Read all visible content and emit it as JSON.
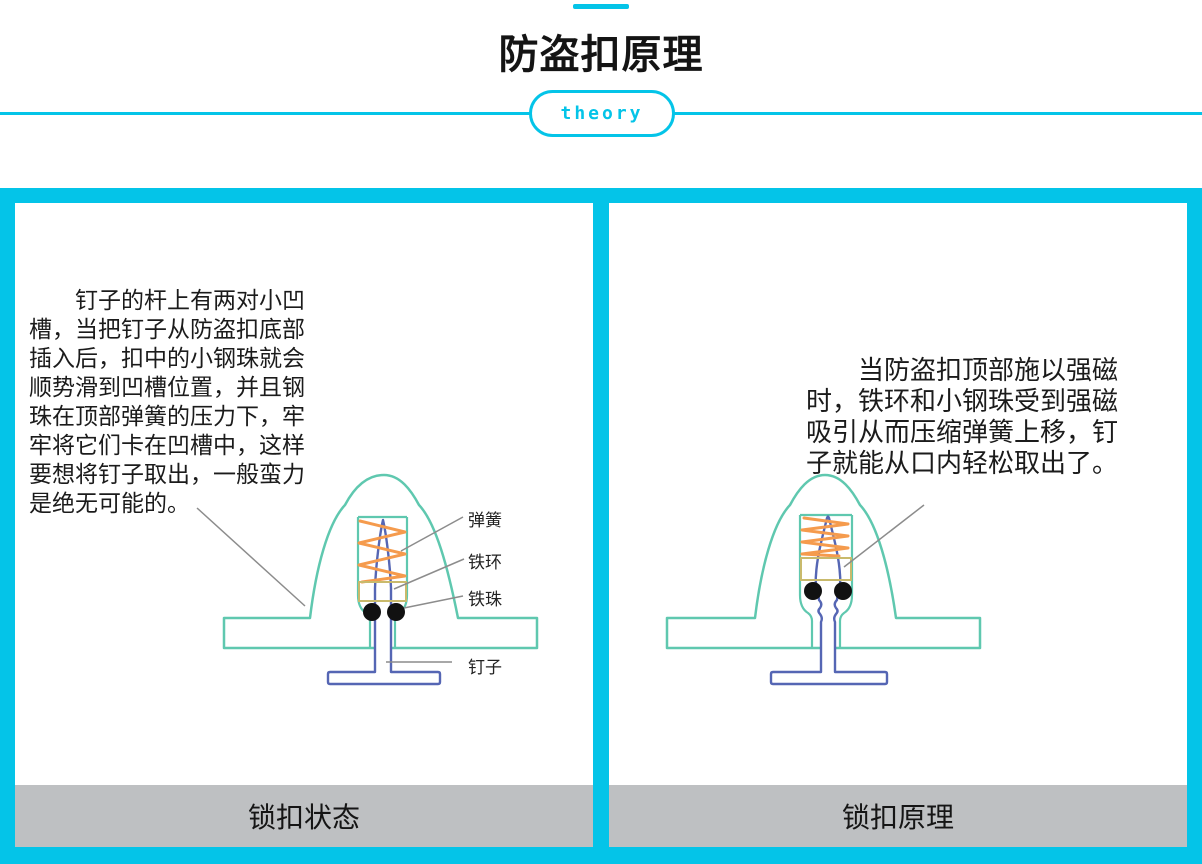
{
  "header": {
    "title": "防盗扣原理",
    "badge": "theory"
  },
  "colors": {
    "accent_cyan": "#04c4e8",
    "tag_teal": "#5fc8af",
    "spring_orange": "#f59b4d",
    "nail_blue": "#5566b4",
    "ring_gold": "#c9ba6c",
    "footer_gray": "#bec0c2",
    "leader_gray": "#8c8c8c",
    "ball_black": "#111111"
  },
  "panels": {
    "left": {
      "caption": "锁扣状态",
      "description_lines": [
        "　　钉子的杆上有两对小凹",
        "槽，当把钉子从防盗扣底部",
        "插入后，扣中的小钢珠就会",
        "顺势滑到凹槽位置，并且钢",
        "珠在顶部弹簧的压力下，牢",
        "牢将它们卡在凹槽中，这样",
        "要想将钉子取出，一般蛮力",
        "是绝无可能的。"
      ],
      "labels": {
        "spring": "弹簧",
        "ring": "铁环",
        "ball": "铁珠",
        "nail": "钉子"
      }
    },
    "right": {
      "caption": "锁扣原理",
      "description_lines": [
        "　　当防盗扣顶部施以强磁",
        "时，铁环和小钢珠受到强磁",
        "吸引从而压缩弹簧上移，钉",
        "子就能从口内轻松取出了。"
      ]
    }
  }
}
